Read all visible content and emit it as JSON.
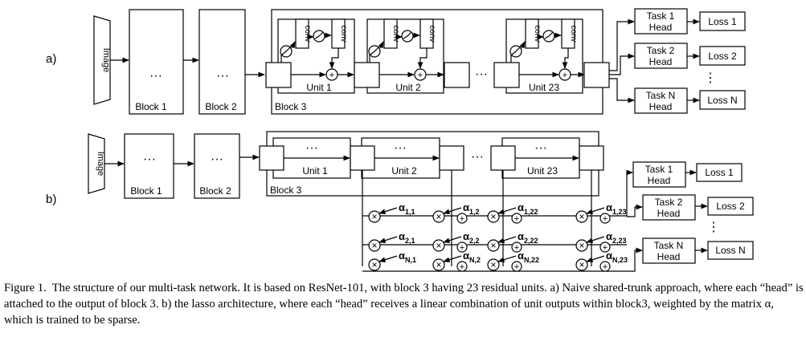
{
  "panel_a": {
    "label": "a)",
    "image": "Image",
    "block1": "Block 1",
    "block2": "Block 2",
    "block3": "Block 3",
    "ellipsis": "···",
    "conv": "conv",
    "unit1": "Unit 1",
    "unit2": "Unit 2",
    "unit23": "Unit 23",
    "heads": [
      "Task 1 Head",
      "Task 2 Head",
      "Task N Head"
    ],
    "losses": [
      "Loss 1",
      "Loss 2",
      "Loss N"
    ],
    "vdots": "⋮"
  },
  "panel_b": {
    "label": "b)",
    "image": "Image",
    "block1": "Block 1",
    "block2": "Block 2",
    "block3": "Block 3",
    "ellipsis": "···",
    "unit1": "Unit 1",
    "unit2": "Unit 2",
    "unit23": "Unit 23",
    "alpha_symbol": "α",
    "alpha_subscripts": [
      [
        "1,1",
        "1,2",
        "1,22",
        "1,23"
      ],
      [
        "2,1",
        "2,2",
        "2,22",
        "2,23"
      ],
      [
        "N,1",
        "N,2",
        "N,22",
        "N,23"
      ]
    ],
    "heads": [
      "Task 1 Head",
      "Task 2 Head",
      "Task N Head"
    ],
    "losses": [
      "Loss 1",
      "Loss 2",
      "Loss N"
    ],
    "vdots": "⋮",
    "times": "×",
    "plus": "+"
  },
  "caption": {
    "label": "Figure 1.",
    "text": "The structure of our multi-task network. It is based on ResNet-101, with block 3 having 23 residual units. a) Naive shared-trunk approach, where each “head” is attached to the output of block 3. b) the lasso architecture, where each “head” receives a linear combination of unit outputs within block3, weighted by the matrix α, which is trained to be sparse."
  }
}
